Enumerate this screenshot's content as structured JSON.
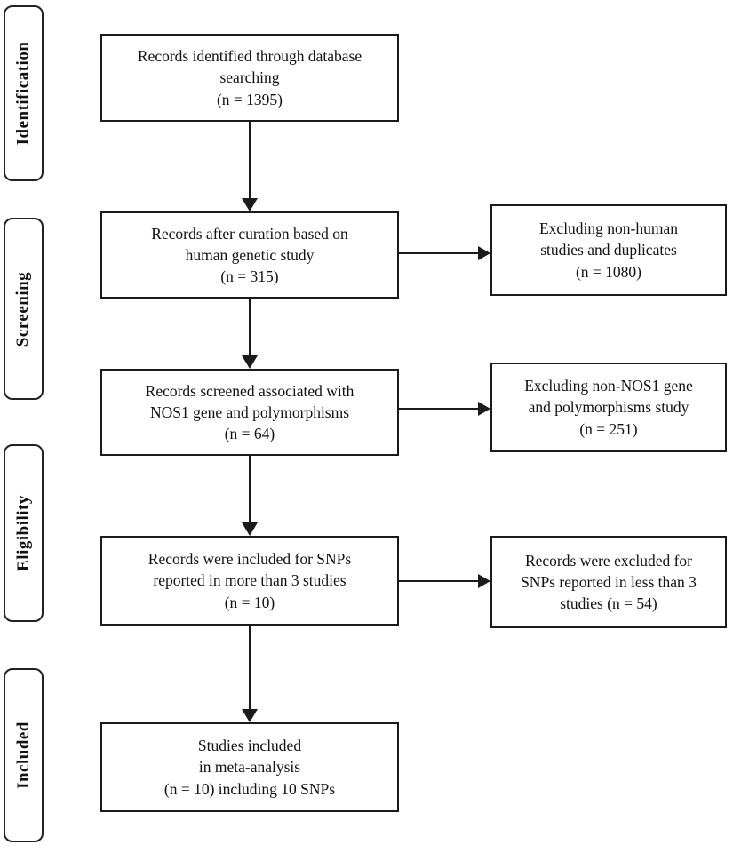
{
  "diagram_type": "study-selection-flowchart",
  "colors": {
    "border": "#1b1b1b",
    "background": "#ffffff",
    "text": "#111111"
  },
  "stages": [
    {
      "label": "Identification"
    },
    {
      "label": "Screening"
    },
    {
      "label": "Eligibility"
    },
    {
      "label": "Included"
    }
  ],
  "main_boxes": [
    {
      "n": 1395,
      "text": "Records identified through database\nsearching\n(n = 1395)"
    },
    {
      "n": 315,
      "text": "Records after curation based on\nhuman genetic study\n(n = 315)"
    },
    {
      "n": 64,
      "text": "Records screened associated with\nNOS1 gene and polymorphisms\n(n = 64)"
    },
    {
      "n": 10,
      "text": "Records were included for SNPs\nreported in more than 3 studies\n(n = 10)"
    },
    {
      "n": 10,
      "text": "Studies included\nin meta-analysis\n(n = 10) including 10 SNPs"
    }
  ],
  "side_boxes": [
    {
      "n": 1080,
      "text": "Excluding non-human\nstudies and duplicates\n(n = 1080)"
    },
    {
      "n": 251,
      "text": "Excluding non-NOS1 gene\nand polymorphisms study\n(n = 251)"
    },
    {
      "n": 54,
      "text": "Records were excluded for\nSNPs reported in less than 3\nstudies (n = 54)"
    }
  ]
}
